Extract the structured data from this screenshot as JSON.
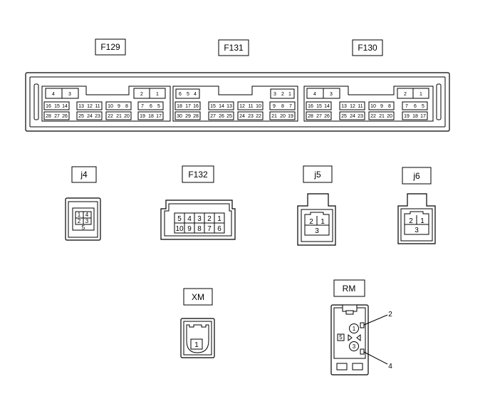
{
  "connectors": {
    "f129": {
      "label": "F129",
      "rows": [
        [
          "4",
          "3",
          "",
          "",
          "",
          "",
          "2",
          "1"
        ],
        [
          "16",
          "15",
          "14",
          "13",
          "12",
          "11",
          "10",
          "9",
          "8",
          "7",
          "6",
          "5"
        ],
        [
          "28",
          "27",
          "26",
          "25",
          "24",
          "23",
          "22",
          "21",
          "20",
          "19",
          "18",
          "17"
        ]
      ]
    },
    "f131": {
      "label": "F131",
      "rows": [
        [
          "6",
          "5",
          "4",
          "3",
          "2",
          "1"
        ],
        [
          "18",
          "17",
          "16",
          "15",
          "14",
          "13",
          "12",
          "11",
          "10",
          "9",
          "8",
          "7"
        ],
        [
          "30",
          "29",
          "28",
          "27",
          "26",
          "25",
          "24",
          "23",
          "22",
          "21",
          "20",
          "19"
        ]
      ]
    },
    "f130": {
      "label": "F130",
      "rows": [
        [
          "4",
          "3",
          "2",
          "1"
        ],
        [
          "16",
          "15",
          "14",
          "13",
          "12",
          "11",
          "10",
          "9",
          "8",
          "7",
          "6",
          "5"
        ],
        [
          "28",
          "27",
          "26",
          "25",
          "24",
          "23",
          "22",
          "21",
          "20",
          "19",
          "18",
          "17"
        ]
      ]
    },
    "j4": {
      "label": "j4",
      "pins": [
        "1",
        "4",
        "2",
        "3",
        "5"
      ]
    },
    "f132": {
      "label": "F132",
      "rows": [
        [
          "5",
          "4",
          "3",
          "2",
          "1"
        ],
        [
          "10",
          "9",
          "8",
          "7",
          "6"
        ]
      ]
    },
    "j5": {
      "label": "j5",
      "pins": [
        "2",
        "1",
        "3"
      ]
    },
    "j6": {
      "label": "j6",
      "pins": [
        "2",
        "1",
        "3"
      ]
    },
    "xm": {
      "label": "XM",
      "pins": [
        "1"
      ]
    },
    "rm": {
      "label": "RM",
      "pins": [
        "1",
        "3",
        "5"
      ],
      "callouts": [
        "2",
        "4"
      ]
    }
  }
}
